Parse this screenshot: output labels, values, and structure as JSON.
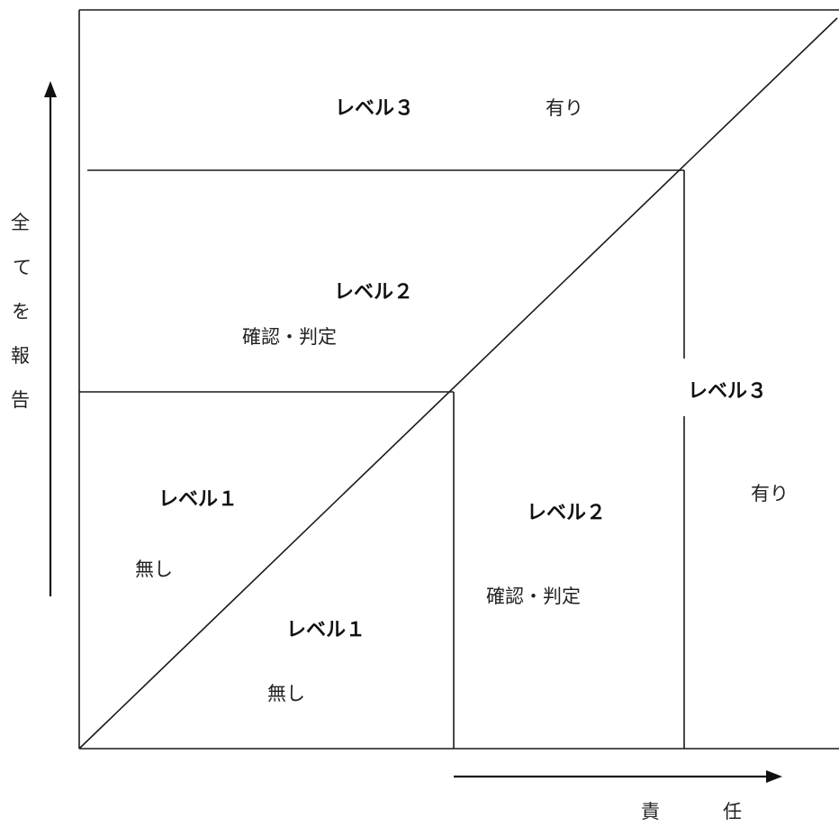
{
  "regions": {
    "top_level3": {
      "level": "レベル３",
      "desc": "有り"
    },
    "left_level2": {
      "level": "レベル２",
      "desc": "確認・判定"
    },
    "left_level1": {
      "level": "レベル１",
      "desc": "無し"
    },
    "right_level1": {
      "level": "レベル１",
      "desc": "無し"
    },
    "right_level2": {
      "level": "レベル２",
      "desc": "確認・判定"
    },
    "right_level3": {
      "level": "レベル３",
      "desc": "有り"
    }
  },
  "axes": {
    "vertical_label": [
      "全",
      "て",
      "を",
      "報",
      "告"
    ],
    "horizontal_label": [
      "責",
      "任"
    ]
  }
}
